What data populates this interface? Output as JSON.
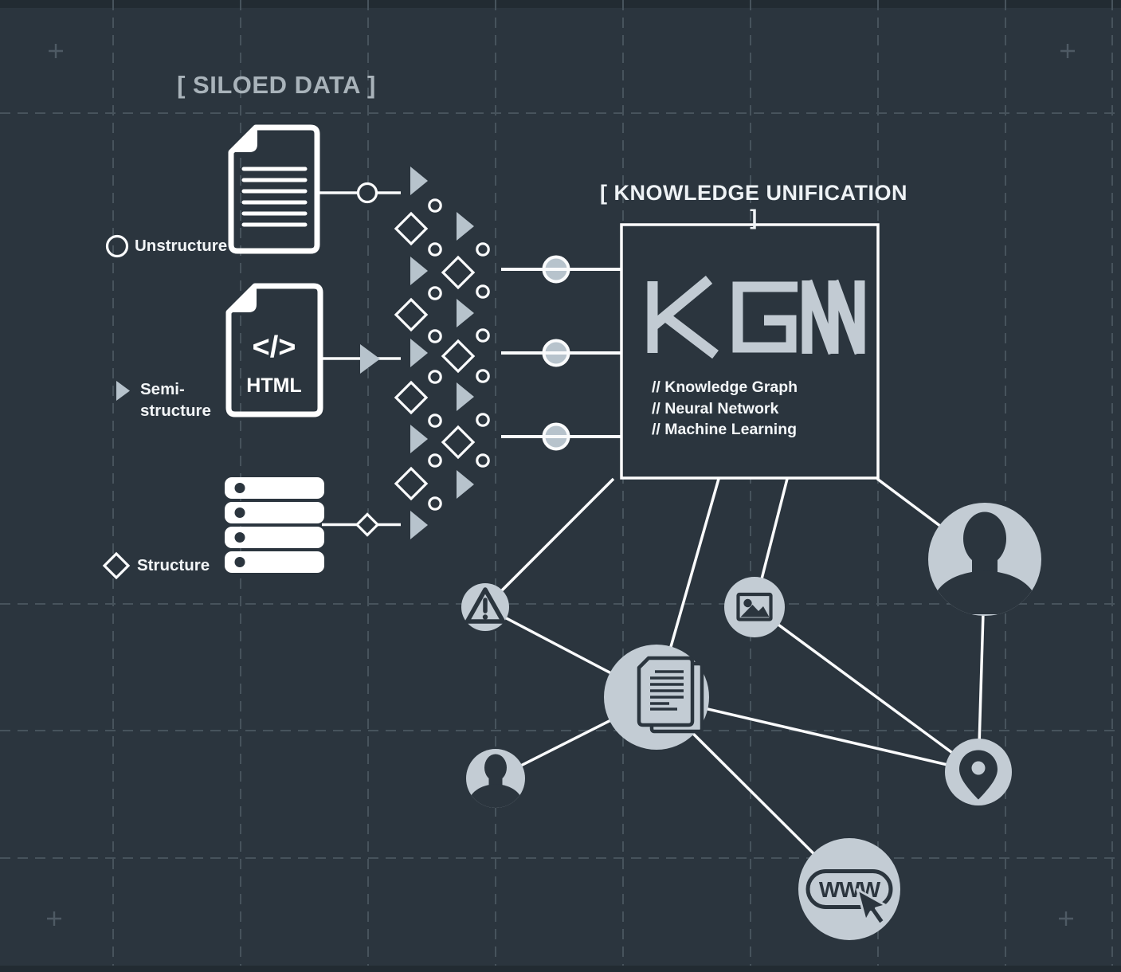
{
  "diagram": {
    "siloed_title": "[ SILOED DATA ]",
    "unification_title": "[ KNOWLEDGE UNIFICATION ]",
    "sources": {
      "unstructured_label": "Unstructure",
      "semi_label_line1": "Semi-",
      "semi_label_line2": "structure",
      "structured_label": "Structure"
    },
    "html_file": {
      "code_glyph": "</>",
      "name": "HTML"
    },
    "kgnn": {
      "logo": "KGNN",
      "features": [
        "// Knowledge Graph",
        "// Neural Network",
        "// Machine Learning"
      ]
    },
    "web_node_label": "WWW"
  },
  "colors": {
    "background": "#2b353e",
    "edge_bar": "#222b32",
    "node_fill": "#c3ccd4",
    "accent_shape": "#b7c3cc",
    "logo": "#c2cbd3",
    "grid": "#47535c",
    "title_muted": "#a9b3ba",
    "text_light": "#f2f5f7",
    "line_white": "#fafbfc"
  }
}
